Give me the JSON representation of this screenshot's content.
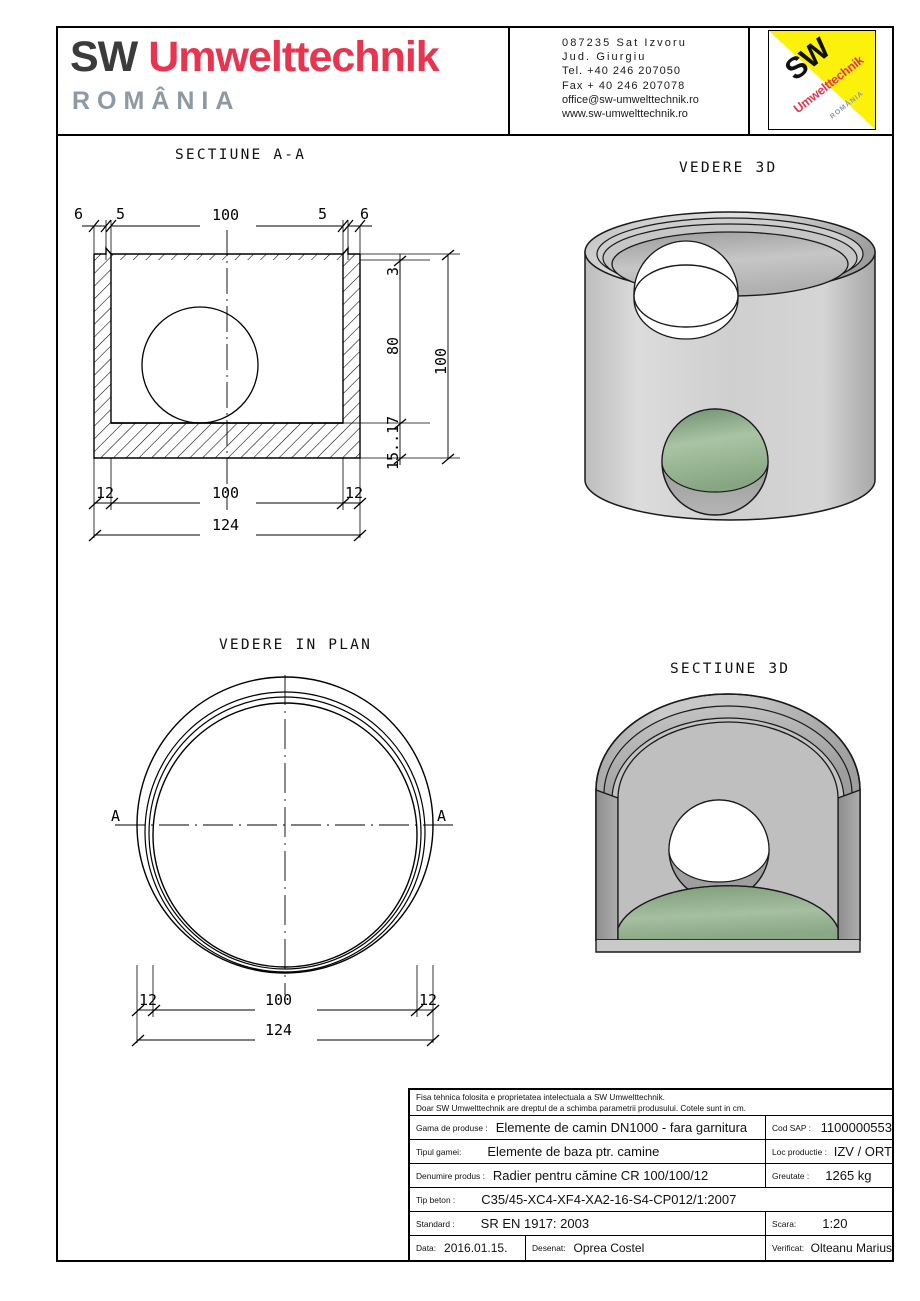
{
  "header": {
    "logo": {
      "sw": "SW",
      "umwelttechnik": "Umwelttechnik",
      "romania": "ROMÂNIA"
    },
    "address": {
      "line1": "087235 Sat Izvoru",
      "line2": "Jud.  Giurgiu",
      "line3": "Tel. +40 246 207050",
      "line4": "Fax + 40 246 207078",
      "line5": "office@sw-umwelttechnik.ro",
      "line6": "www.sw-umwelttechnik.ro"
    },
    "badge": {
      "sw": "SW",
      "umwelttechnik": "Umwelttechnik",
      "romania": "ROMÂNIA"
    }
  },
  "views": {
    "section_aa": {
      "title": "SECTIUNE A-A",
      "dims_top": [
        "6",
        "5",
        "100",
        "5",
        "6"
      ],
      "dims_right": [
        "3",
        "80",
        "15..17",
        "100"
      ],
      "dims_bottom": [
        "12",
        "100",
        "12",
        "124"
      ]
    },
    "vedere_3d": {
      "title": "VEDERE 3D"
    },
    "plan": {
      "title": "VEDERE IN PLAN",
      "section_marks": [
        "A",
        "A"
      ],
      "dims_bottom": [
        "12",
        "100",
        "12",
        "124"
      ]
    },
    "sectiune_3d": {
      "title": "SECTIUNE 3D"
    }
  },
  "title_block": {
    "note_line1": "Fisa tehnica folosita e proprietatea intelectuala a SW Umwelttechnik.",
    "note_line2": "Doar SW Umwelttechnik are dreptul de a schimba parametrii produsului. Cotele sunt in cm.",
    "rows": [
      {
        "label": "Gama de produse :",
        "value": "Elemente de camin DN1000 - fara garnitura",
        "label2": "Cod SAP :",
        "value2": "1100000553"
      },
      {
        "label": "Tipul gamei:",
        "value": "Elemente de baza ptr. camine",
        "label2": "Loc productie :",
        "value2": "IZV / ORT"
      },
      {
        "label": "Denumire produs :",
        "value": "Radier pentru cămine CR 100/100/12",
        "label2": "Greutate :",
        "value2": "1265 kg"
      }
    ],
    "beton": {
      "label": "Tip beton :",
      "value": "C35/45-XC4-XF4-XA2-16-S4-CP012/1:2007"
    },
    "standard": {
      "label": "Standard :",
      "value": "SR EN 1917: 2003",
      "label2": "Scara:",
      "value2": "1:20"
    },
    "footer": {
      "label": "Data:",
      "value": "2016.01.15.",
      "label2": "Desenat:",
      "value2": "Oprea Costel",
      "label3": "Verificat:",
      "value3": "Olteanu Marius"
    }
  },
  "colors": {
    "red": "#e8344e",
    "gray": "#8d99a3",
    "yellow": "#fbf10a",
    "metal_light": "#d8d8d8",
    "metal_dark": "#8f8f8f",
    "green": "#8fae8b"
  }
}
